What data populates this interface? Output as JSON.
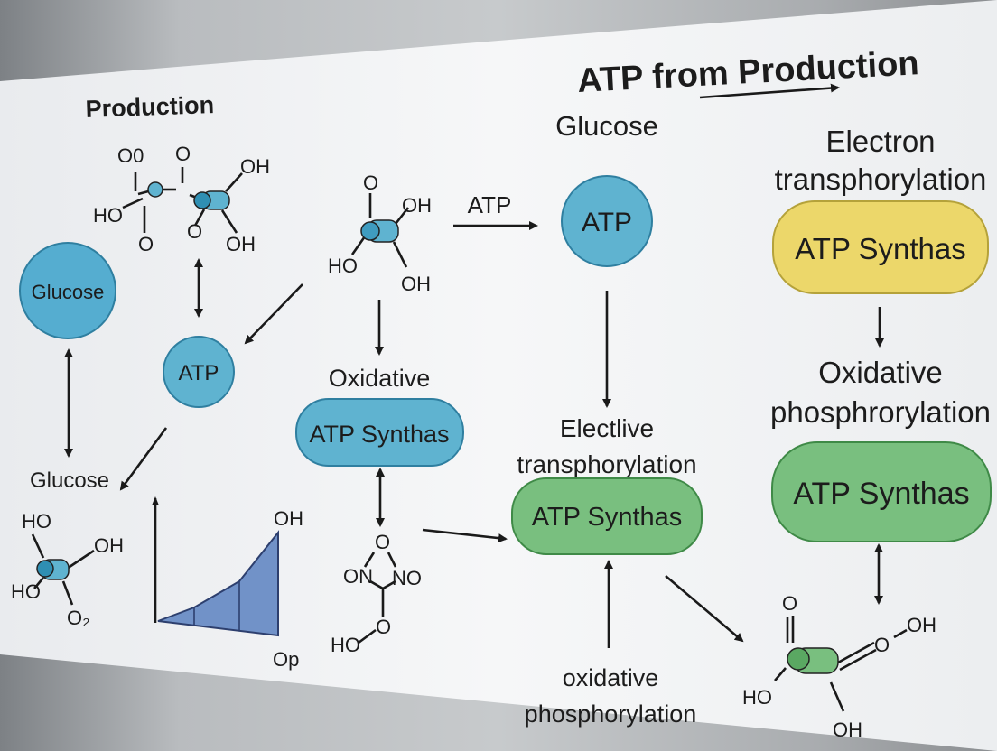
{
  "title": "ATP from Production",
  "headings": {
    "production": "Production",
    "glucose_top": "Glucose",
    "glucose_left": "Glucose",
    "electron": [
      "Electron",
      "transphorylation"
    ],
    "oxidative_mid": "Oxidative",
    "elective": [
      "Electlive",
      "transphorylation"
    ],
    "oxidative_right": [
      "Oxidative",
      "phosphrorylation"
    ],
    "oxidative_bottom": [
      "oxidative",
      "phosphorylation"
    ]
  },
  "nodes": {
    "glucose_left": "Glucose",
    "atp_left": "ATP",
    "atp_top": "ATP",
    "synthase_mid": "ATP Synthas",
    "synthase_center": "ATP Synthas",
    "synthase_yellow": "ATP Synthas",
    "synthase_green_right": "ATP Synthas"
  },
  "edge_labels": {
    "atp_arrow": "ATP"
  },
  "chem_labels": {
    "m1_oo": "O0",
    "m1_o": "O",
    "m1_oh": "OH",
    "m1_ho": "HO",
    "m1_o_bl": "O",
    "m1_o_b": "O",
    "m1_oh2": "OH",
    "m2_o": "O",
    "m2_oh": "OH",
    "m2_ho": "HO",
    "m2_oh2": "OH",
    "m3_ho": "HO",
    "m3_oh": "OH",
    "m3_ho2": "HO",
    "m3_o2": "O₂",
    "m4_o": "O",
    "m4_on": "ON",
    "m4_no": "NO",
    "m4_ho": "HO",
    "m4_o2": "O",
    "m5_o": "O",
    "m5_o2": "O",
    "m5_oh": "OH",
    "m5_ho": "HO",
    "m5_oh2": "OH",
    "plot_oh": "OH",
    "plot_op": "Op"
  },
  "colors": {
    "board": "#f3f4f6",
    "blue": "#5fb3d0",
    "yellow": "#ecd76a",
    "green": "#79bf7f",
    "plot": "#7192c8"
  }
}
